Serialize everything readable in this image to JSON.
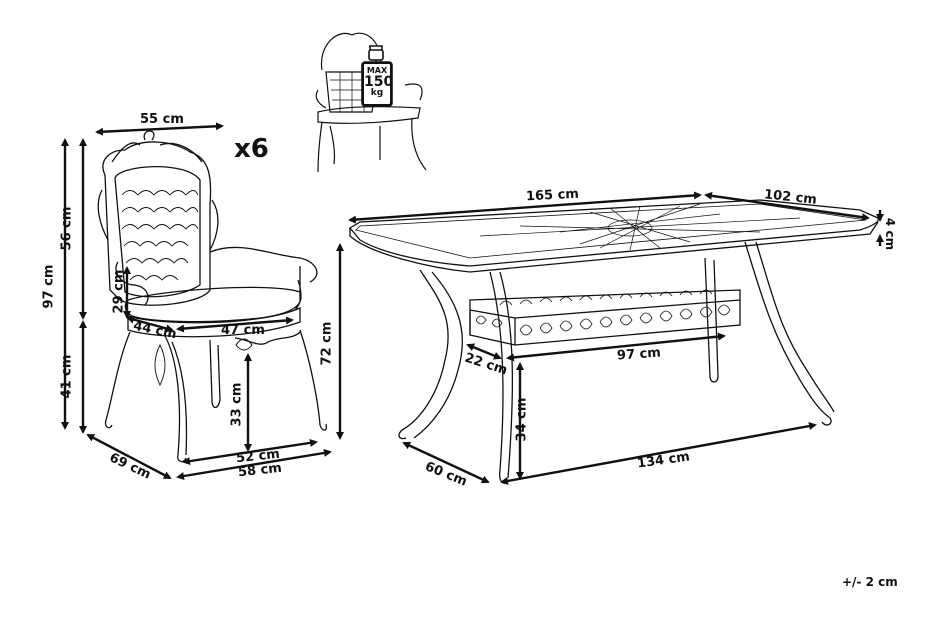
{
  "diagram": {
    "type": "product-dimension-drawing",
    "tolerance_note": "+/- 2 cm",
    "chair": {
      "quantity_label": "x6",
      "max_load": {
        "line1": "MAX",
        "line2": "150",
        "line3": "kg"
      },
      "dimensions": {
        "width_top": "55 cm",
        "total_height": "97 cm",
        "backrest_height": "56 cm",
        "seat_height": "41 cm",
        "armrest_height": "29 cm",
        "seat_depth": "44 cm",
        "seat_width": "47 cm",
        "under_seat_height": "33 cm",
        "depth": "69 cm",
        "inner_leg_width": "52 cm",
        "leg_width": "58 cm"
      }
    },
    "table": {
      "dimensions": {
        "length": "165 cm",
        "width": "102 cm",
        "top_thickness": "4 cm",
        "height": "72 cm",
        "shelf_depth": "22 cm",
        "shelf_length": "97 cm",
        "shelf_height": "34 cm",
        "leg_depth": "60 cm",
        "leg_span": "134 cm"
      }
    },
    "colors": {
      "line": "#111111",
      "background": "#ffffff"
    }
  }
}
